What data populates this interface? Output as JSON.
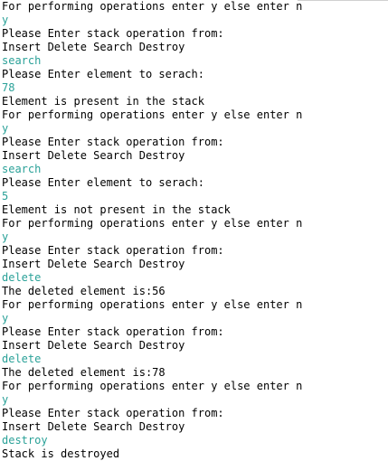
{
  "console": {
    "input_color": "#2aa198",
    "text_color": "#000000",
    "lines": [
      {
        "text": "For performing operations enter y else enter n",
        "kind": "output"
      },
      {
        "text": "y",
        "kind": "input"
      },
      {
        "text": "Please Enter stack operation from:",
        "kind": "output"
      },
      {
        "text": "Insert Delete Search Destroy",
        "kind": "output"
      },
      {
        "text": "search",
        "kind": "input"
      },
      {
        "text": "Please Enter element to serach:",
        "kind": "output"
      },
      {
        "text": "78",
        "kind": "input"
      },
      {
        "text": "Element is present in the stack",
        "kind": "output"
      },
      {
        "text": "For performing operations enter y else enter n",
        "kind": "output"
      },
      {
        "text": "y",
        "kind": "input"
      },
      {
        "text": "Please Enter stack operation from:",
        "kind": "output"
      },
      {
        "text": "Insert Delete Search Destroy",
        "kind": "output"
      },
      {
        "text": "search",
        "kind": "input"
      },
      {
        "text": "Please Enter element to serach:",
        "kind": "output"
      },
      {
        "text": "5",
        "kind": "input"
      },
      {
        "text": "Element is not present in the stack",
        "kind": "output"
      },
      {
        "text": "For performing operations enter y else enter n",
        "kind": "output"
      },
      {
        "text": "y",
        "kind": "input"
      },
      {
        "text": "Please Enter stack operation from:",
        "kind": "output"
      },
      {
        "text": "Insert Delete Search Destroy",
        "kind": "output"
      },
      {
        "text": "delete",
        "kind": "input"
      },
      {
        "text": "The deleted element is:56",
        "kind": "output"
      },
      {
        "text": "For performing operations enter y else enter n",
        "kind": "output"
      },
      {
        "text": "y",
        "kind": "input"
      },
      {
        "text": "Please Enter stack operation from:",
        "kind": "output"
      },
      {
        "text": "Insert Delete Search Destroy",
        "kind": "output"
      },
      {
        "text": "delete",
        "kind": "input"
      },
      {
        "text": "The deleted element is:78",
        "kind": "output"
      },
      {
        "text": "For performing operations enter y else enter n",
        "kind": "output"
      },
      {
        "text": "y",
        "kind": "input"
      },
      {
        "text": "Please Enter stack operation from:",
        "kind": "output"
      },
      {
        "text": "Insert Delete Search Destroy",
        "kind": "output"
      },
      {
        "text": "destroy",
        "kind": "input"
      },
      {
        "text": "Stack is destroyed",
        "kind": "output"
      }
    ]
  }
}
